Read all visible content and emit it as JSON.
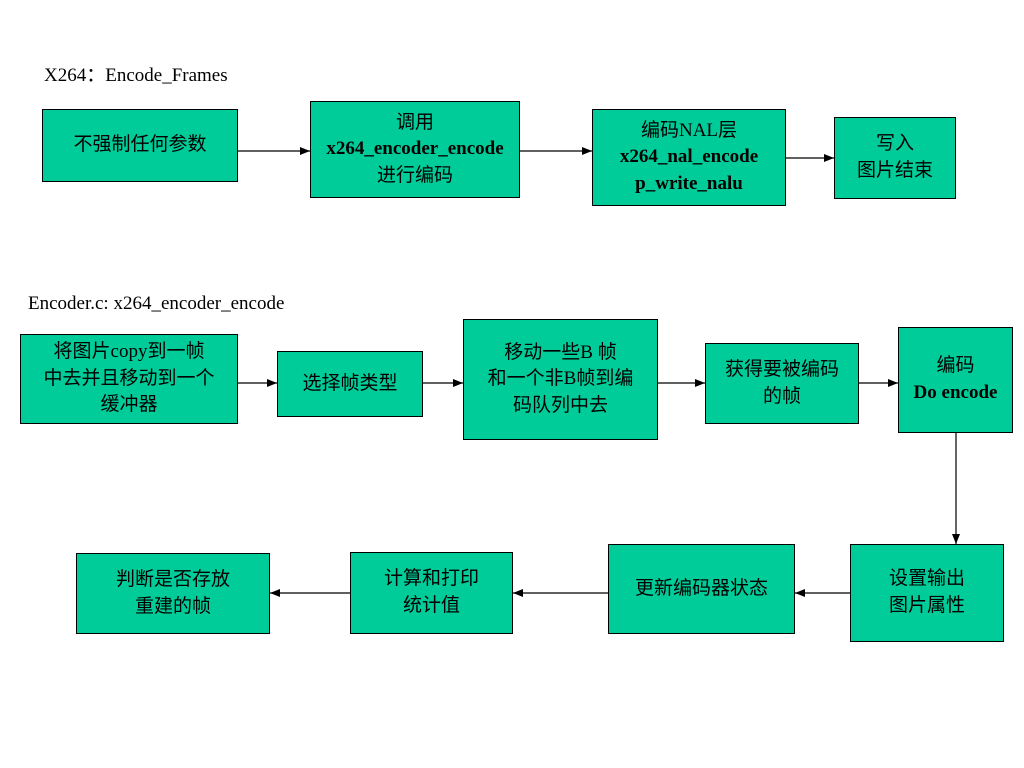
{
  "section1": {
    "title": "X264：Encode_Frames",
    "box1": "不强制任何参数",
    "box2": {
      "line1": "调用",
      "line2": "x264_encoder_encode",
      "line3": "进行编码"
    },
    "box3": {
      "line1": "编码NAL层",
      "line2": "x264_nal_encode",
      "line3": "p_write_nalu"
    },
    "box4": {
      "line1": "写入",
      "line2": "图片结束"
    }
  },
  "section2": {
    "title": "Encoder.c: x264_encoder_encode",
    "row1": {
      "box1": {
        "line1": "将图片copy到一帧",
        "line2": "中去并且移动到一个",
        "line3": "缓冲器"
      },
      "box2": "选择帧类型",
      "box3": {
        "line1": "移动一些B 帧",
        "line2": "和一个非B帧到编",
        "line3": "码队列中去"
      },
      "box4": {
        "line1": "获得要被编码",
        "line2": "的帧"
      },
      "box5": {
        "line1": "编码",
        "line2": "Do encode"
      }
    },
    "row2": {
      "box1": {
        "line1": "设置输出",
        "line2": "图片属性"
      },
      "box2": "更新编码器状态",
      "box3": {
        "line1": "计算和打印",
        "line2": "统计值"
      },
      "box4": {
        "line1": "判断是否存放",
        "line2": "重建的帧"
      }
    }
  },
  "colors": {
    "box_fill": "#00cc99",
    "border": "#000000",
    "background": "#ffffff"
  }
}
